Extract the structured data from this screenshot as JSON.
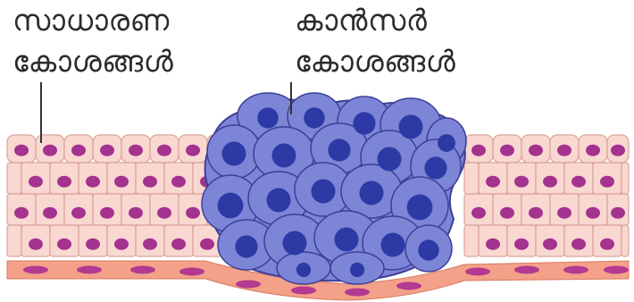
{
  "labels": {
    "normal_line1": "സാധാരണ",
    "normal_line2": "കോശങ്ങൾ",
    "cancer_line1": "കാൻസർ",
    "cancer_line2": "കോശങ്ങൾ"
  },
  "colors": {
    "normal_cell_fill": "#f9d8d1",
    "normal_cell_stroke": "#d9a49a",
    "normal_nucleus": "#a4328f",
    "basement_fill": "#f3a189",
    "basement_nucleus": "#b43990",
    "cancer_cell_fill": "#7d85d6",
    "cancer_cell_stroke": "#3d3f97",
    "cancer_nucleus": "#2d3aa5",
    "leader_line": "#333333"
  }
}
